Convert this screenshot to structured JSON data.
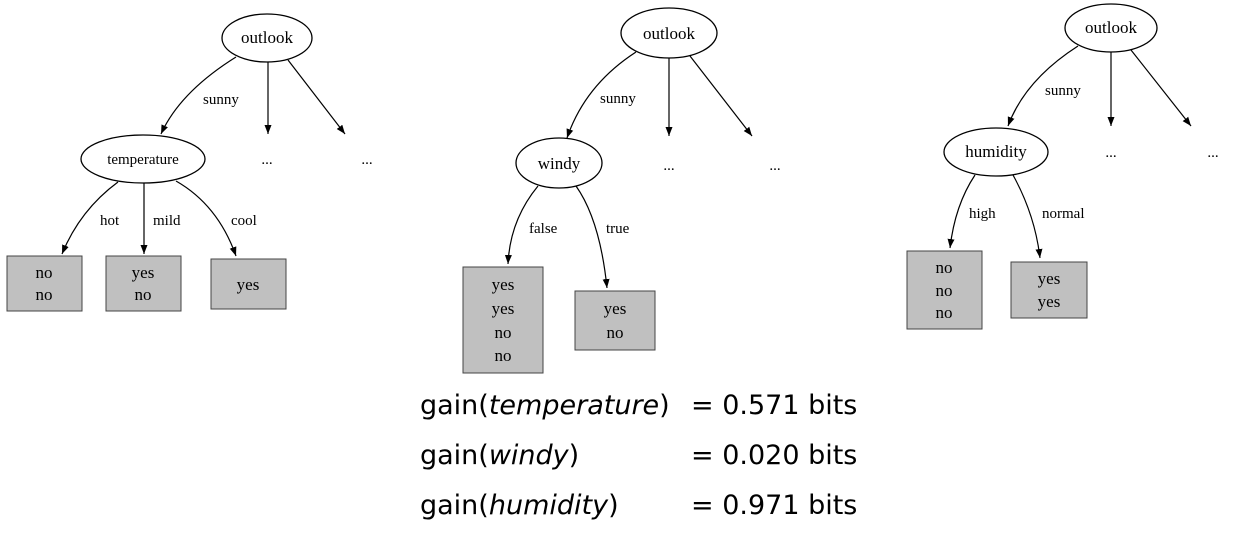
{
  "trees": [
    {
      "root": "outlook",
      "branch": "sunny",
      "child": "temperature",
      "elided": [
        "...",
        "..."
      ],
      "edges": [
        "hot",
        "mild",
        "cool"
      ],
      "leaves": [
        [
          "no",
          "no"
        ],
        [
          "yes",
          "no"
        ],
        [
          "yes"
        ]
      ]
    },
    {
      "root": "outlook",
      "branch": "sunny",
      "child": "windy",
      "elided": [
        "...",
        "..."
      ],
      "edges": [
        "false",
        "true"
      ],
      "leaves": [
        [
          "yes",
          "yes",
          "no",
          "no"
        ],
        [
          "yes",
          "no"
        ]
      ]
    },
    {
      "root": "outlook",
      "branch": "sunny",
      "child": "humidity",
      "elided": [
        "...",
        "..."
      ],
      "edges": [
        "high",
        "normal"
      ],
      "leaves": [
        [
          "no",
          "no",
          "no"
        ],
        [
          "yes",
          "yes"
        ]
      ]
    }
  ],
  "gains": [
    {
      "prefix": "gain(",
      "attribute": "temperature",
      "suffix": ")",
      "value": "= 0.571 bits"
    },
    {
      "prefix": "gain(",
      "attribute": "windy",
      "suffix": ")",
      "value": "= 0.020 bits"
    },
    {
      "prefix": "gain(",
      "attribute": "humidity",
      "suffix": ")",
      "value": "= 0.971 bits"
    }
  ]
}
